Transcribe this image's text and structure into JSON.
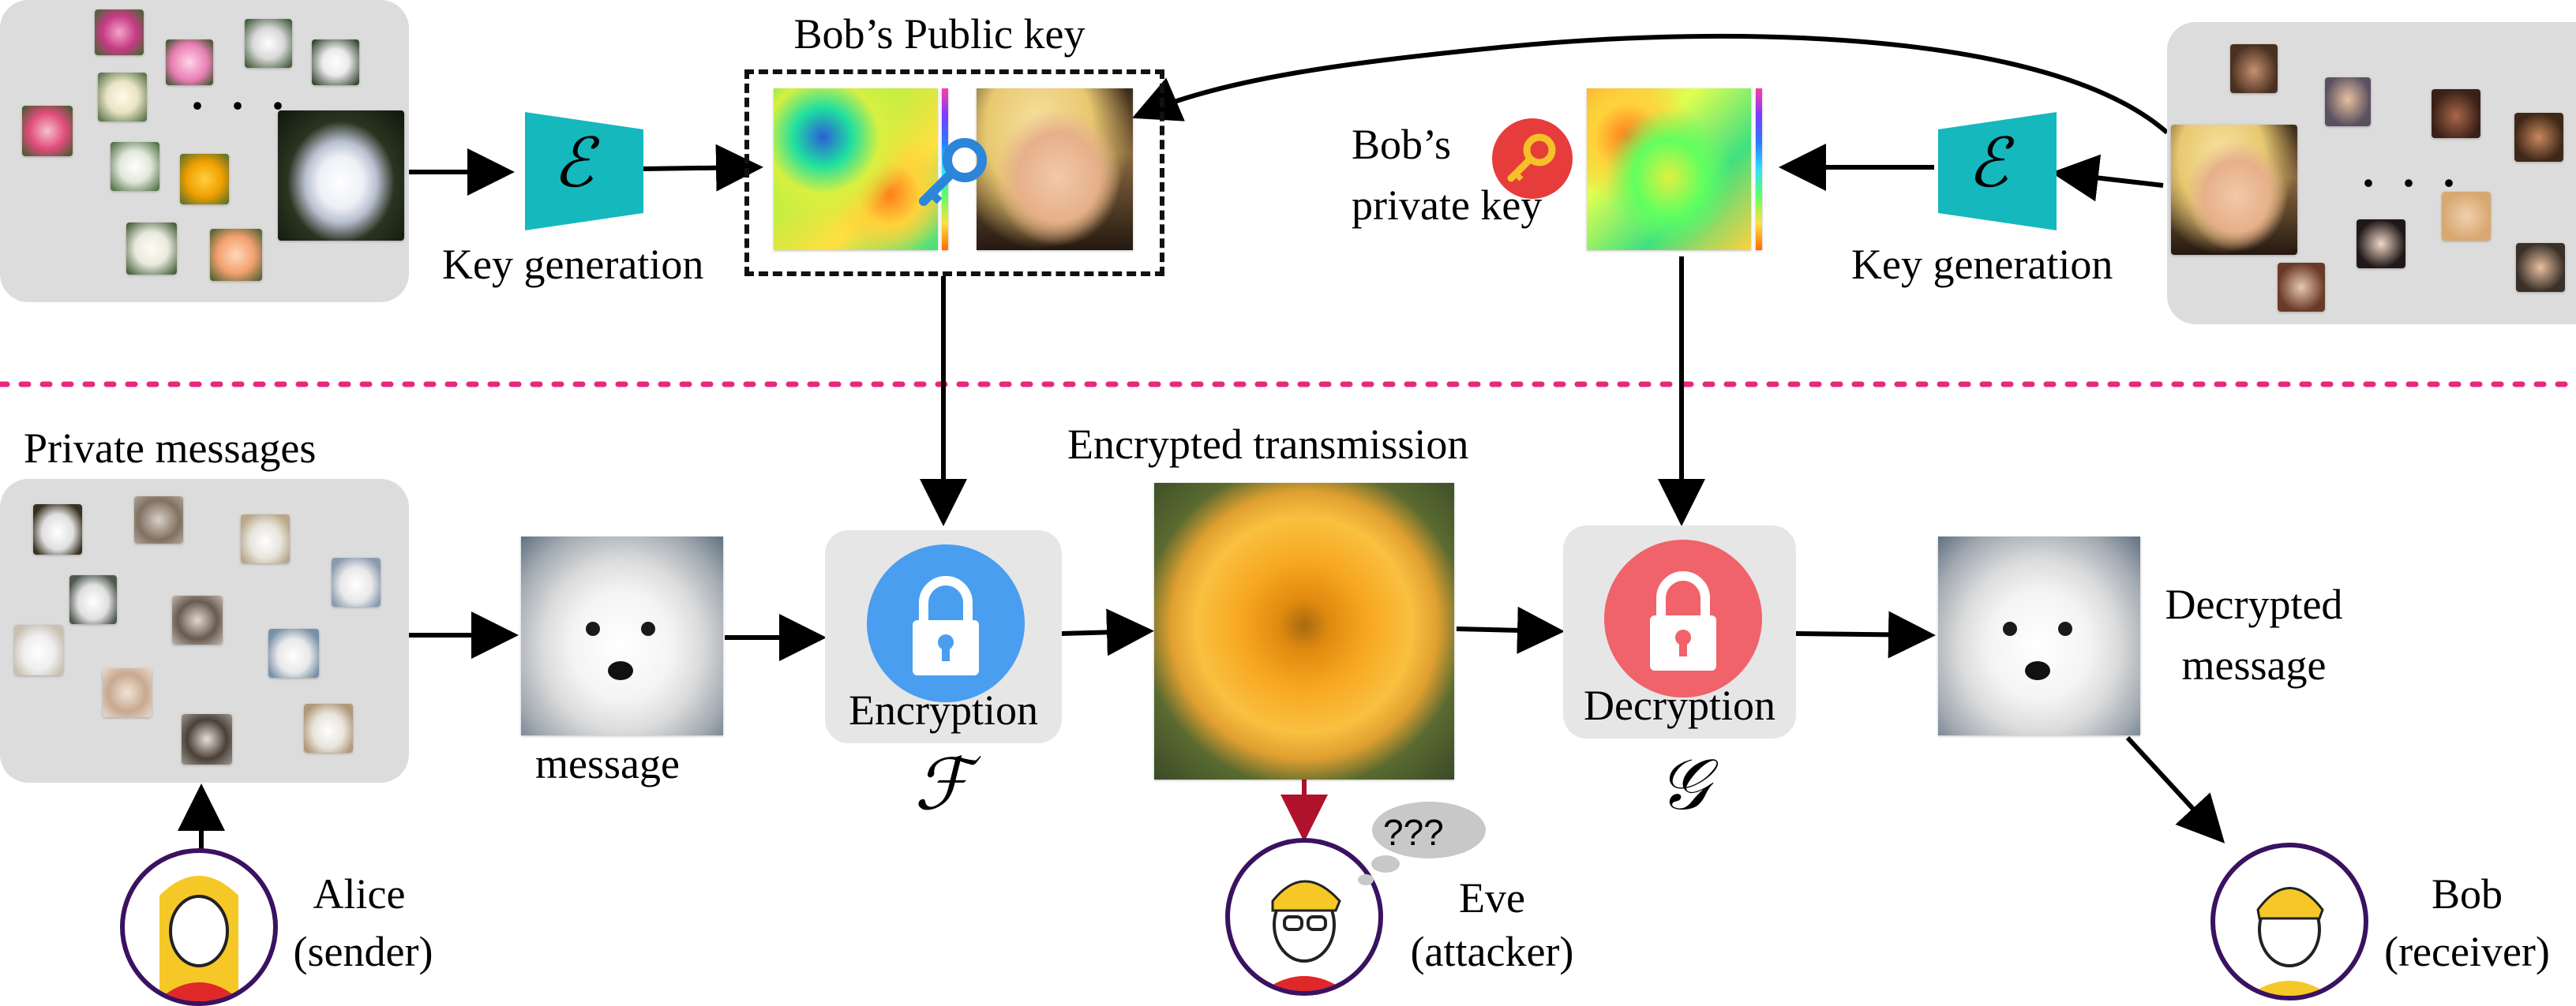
{
  "top": {
    "left_key_generation": "Key generation",
    "right_key_generation": "Key generation",
    "public_key_title": "Bob’s Public key",
    "private_key_label_line1": "Bob’s",
    "private_key_label_line2": "private key",
    "encoder_symbol": "ℰ",
    "ellipsis": "· · ·"
  },
  "bottom": {
    "private_messages_title": "Private messages",
    "message_label": "message",
    "encryption_label": "Encryption",
    "encryption_symbol": "ℱ",
    "encrypted_transmission_title": "Encrypted transmission",
    "decryption_label": "Decryption",
    "decryption_symbol": "𝒢",
    "decrypted_line1": "Decrypted",
    "decrypted_line2": "message",
    "eve_thought": "???",
    "alice_line1": "Alice",
    "alice_line2": "(sender)",
    "eve_line1": "Eve",
    "eve_line2": "(attacker)",
    "bob_line1": "Bob",
    "bob_line2": "(receiver)"
  },
  "colors": {
    "encoder_teal": "#14b8bd",
    "divider_pink": "#e8287d",
    "encryption_blue": "#4a9ef0",
    "decryption_red": "#f0636a",
    "eve_arrow_red": "#b0112b",
    "avatar_ring": "#3a1260",
    "key_blue": "#2b86d9",
    "key_badge_red": "#e63c3c"
  }
}
